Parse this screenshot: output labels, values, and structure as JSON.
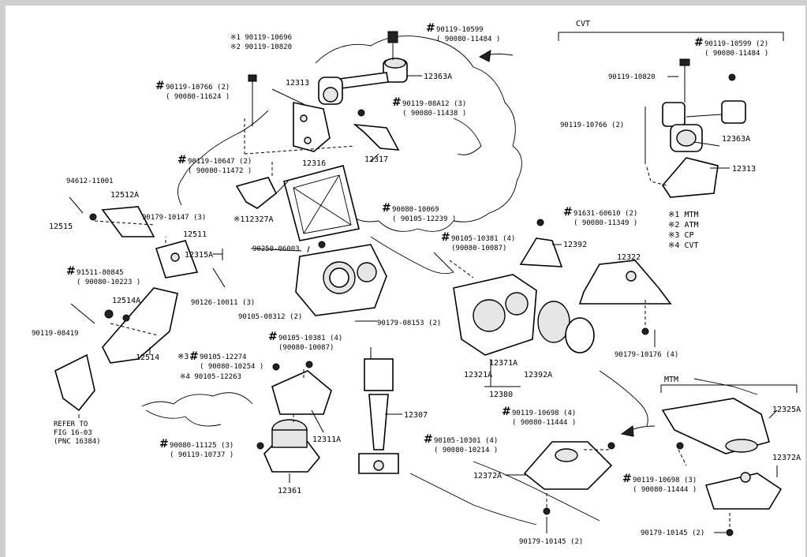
{
  "sections": {
    "cvt": "CVT",
    "mtm": "MTM"
  },
  "hash_symbol": "#",
  "legend": [
    {
      "mark": "※1",
      "text": "MTM"
    },
    {
      "mark": "※2",
      "text": "ATM"
    },
    {
      "mark": "※3",
      "text": "CP"
    },
    {
      "mark": "※4",
      "text": "CVT"
    }
  ],
  "callouts": {
    "c1": [
      "※1  90119-10696",
      "※2  90119-10820"
    ],
    "c2": [
      "90119-10599",
      "( 90080-11484 )"
    ],
    "c3": [
      "90119-10766 (2)",
      "( 90080-11624 )"
    ],
    "c4": [
      "90119-08A12 (3)",
      "( 90080-11438 )"
    ],
    "c5": [
      "90119-10647 (2)",
      "( 90080-11472 )"
    ],
    "c6": [
      "90080-10069",
      "( 90105-12239 )"
    ],
    "c7": [
      "91631-60610 (2)",
      "( 90080-11349 )"
    ],
    "c8": [
      "90105-10381 (4)",
      "(90080-10087)"
    ],
    "c9": [
      "91511-80845",
      "( 90080-10223 )"
    ],
    "c10": [
      "90105-10381 (4)",
      "(90080-10087)"
    ],
    "c11": [
      "※3",
      "90105-12274",
      "( 90080-10254 )",
      "※4  90105-12263"
    ],
    "c12": [
      "90119-10698 (4)",
      "( 90080-11444 )"
    ],
    "c13": [
      "90080-11125 (3)",
      "( 90119-10737 )"
    ],
    "c14": [
      "90105-10301 (4)",
      "( 90080-10214 )"
    ],
    "c15": [
      "90119-10698 (3)",
      "( 90080-11444 )"
    ],
    "c16": [
      "90119-10599 (2)",
      "( 90080-11484 )"
    ]
  },
  "labels": {
    "p12363A": "12363A",
    "p12313": "12313",
    "p12317": "12317",
    "p12316": "12316",
    "p94612": "94612-11001",
    "p12512A": "12512A",
    "p12515": "12515",
    "p90179_10147": "90179-10147 (3)",
    "p12511": "12511",
    "p112327A": "※112327A",
    "p90250": "90250-06003",
    "p12315A": "12315A",
    "p90126": "90126-10011 (3)",
    "p12514A": "12514A",
    "p90105_08312": "90105-08312 (2)",
    "p90179_08153": "90179-08153 (2)",
    "p90119_08419": "90119-08419",
    "p12514": "12514",
    "p12392": "12392",
    "p12322": "12322",
    "p90179_10176": "90179-10176 (4)",
    "p12371A": "12371A",
    "p12392A": "12392A",
    "p12321A": "12321A",
    "p12380": "12380",
    "p12311A": "12311A",
    "p12307": "12307",
    "p12361": "12361",
    "p12372A_left": "12372A",
    "p90179_10145_left": "90179-10145 (2)",
    "p12325A": "12325A",
    "p12372A_right": "12372A",
    "p90179_10145_right": "90179-10145 (2)",
    "p90119_10820": "90119-10820",
    "p90119_10766_cvt": "90119-10766 (2)",
    "p12363A_cvt": "12363A",
    "p12313_cvt": "12313",
    "refer": [
      "REFER TO",
      "FIG 16-03",
      "(PNC 16384)"
    ]
  }
}
